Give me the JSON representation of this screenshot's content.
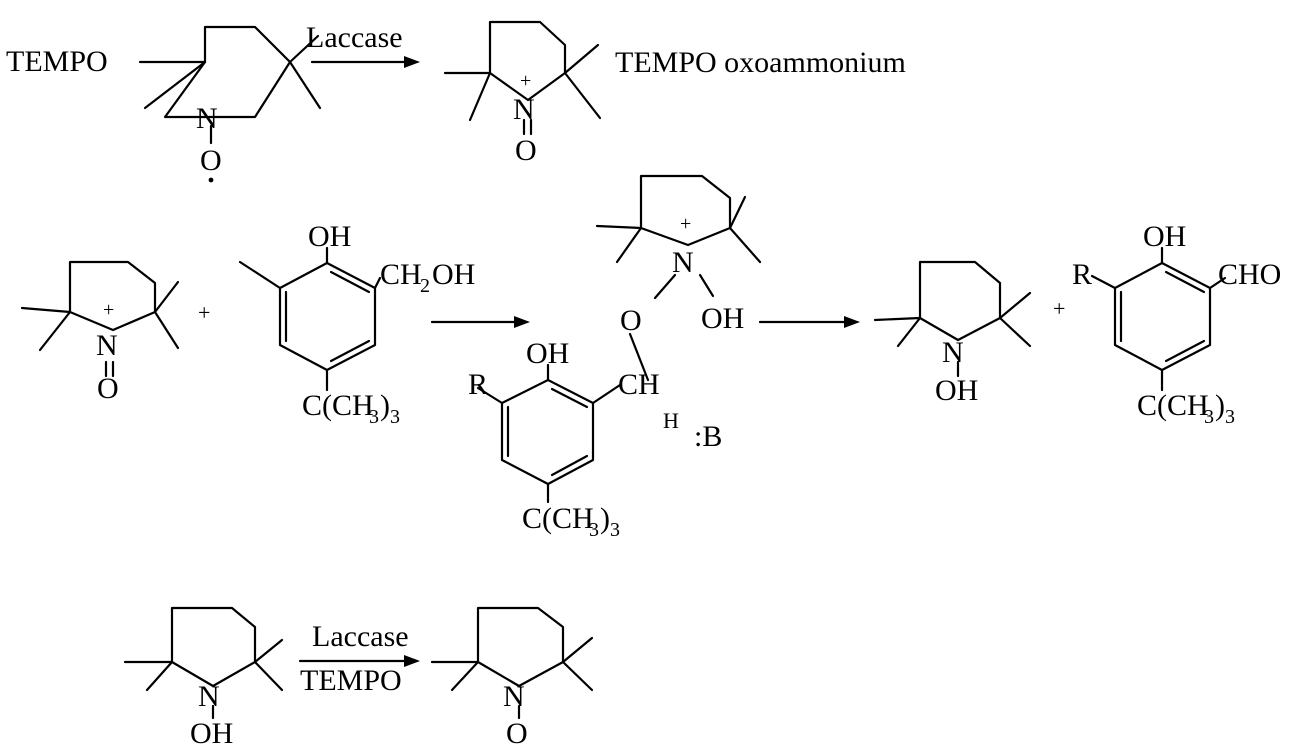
{
  "labels": {
    "tempo": "TEMPO",
    "tempo_oxoammonium": "TEMPO oxoammonium",
    "laccase": "Laccase",
    "N": "N",
    "O": "O",
    "OH": "OH",
    "R": "R",
    "CH": "CH",
    "H": "H",
    "base": ":B",
    "CHO": "CHO",
    "CH2OH_a": "CH",
    "CH2OH_b": "2",
    "CH2OH_c": "OH",
    "tBu_a": "C(CH",
    "tBu_b": "3",
    "tBu_c": ")",
    "tBu_d": "3",
    "plus": "+",
    "plus_charge": "+"
  }
}
